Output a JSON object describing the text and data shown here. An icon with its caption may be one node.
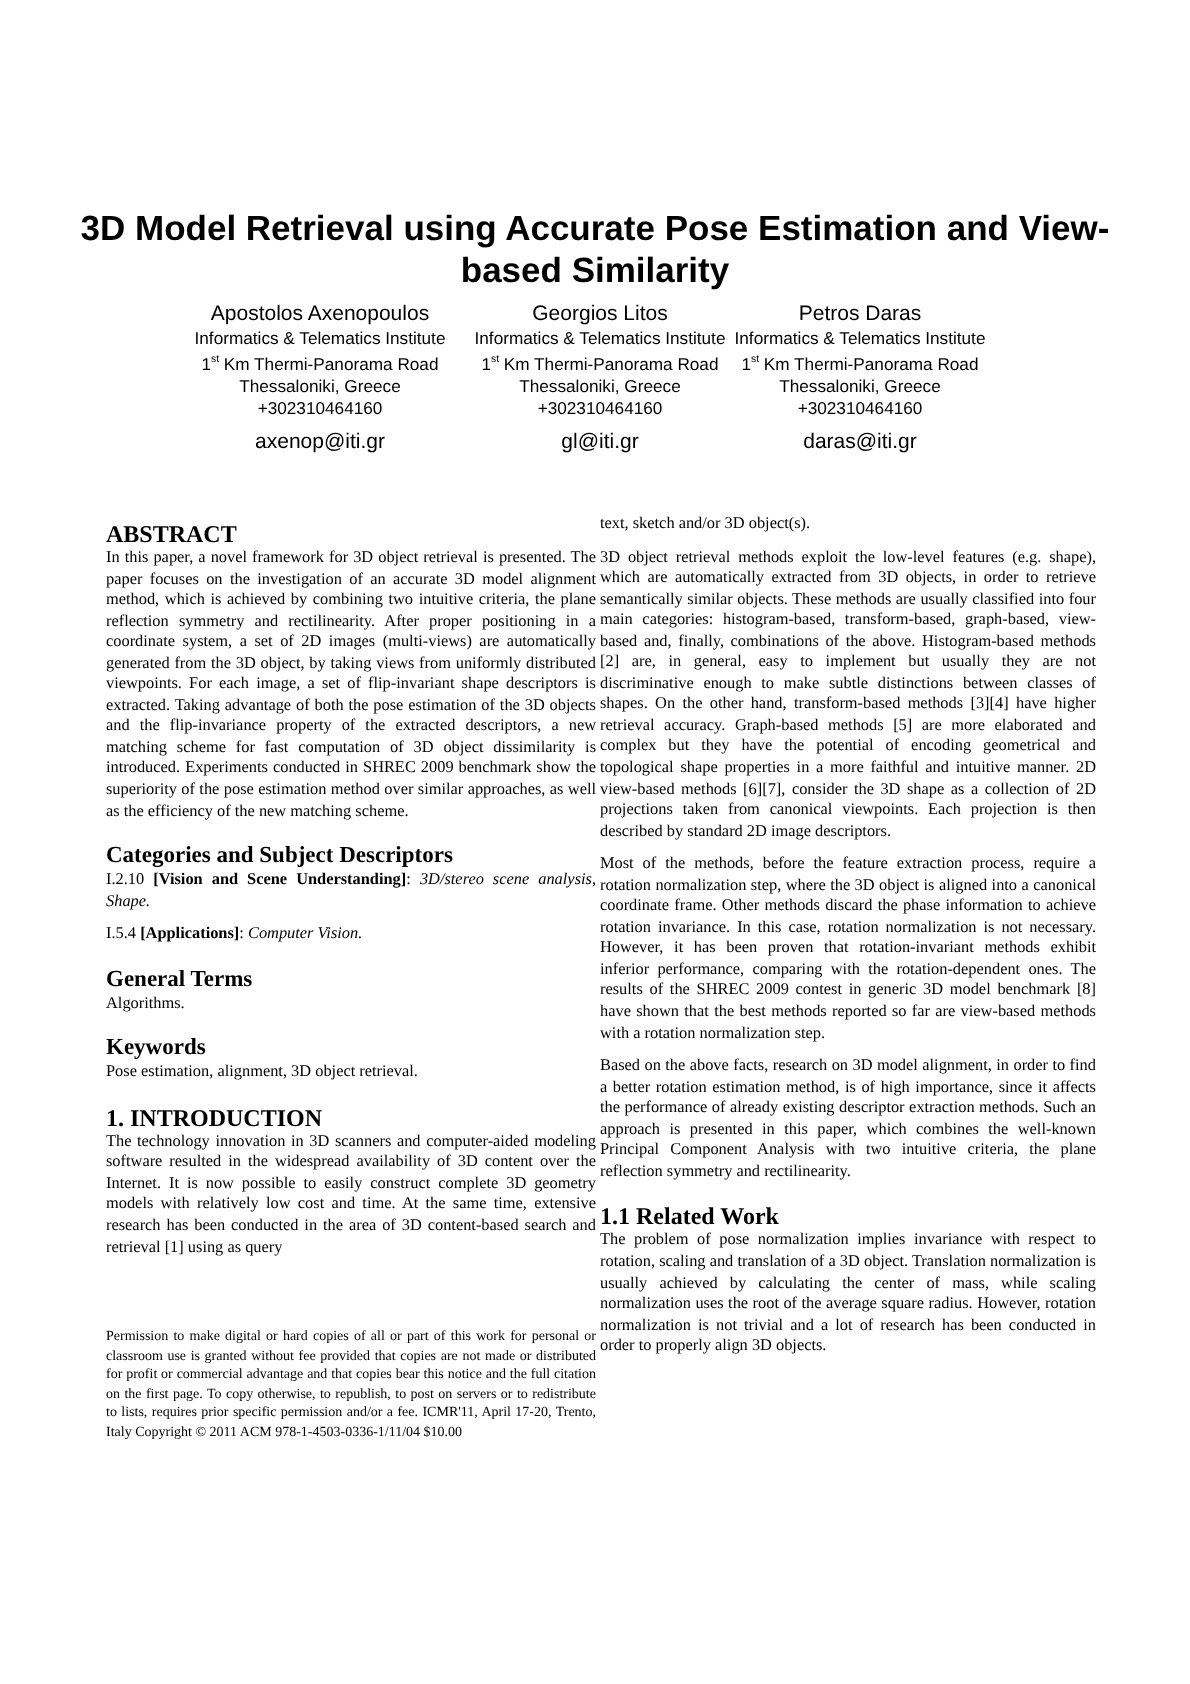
{
  "diagram": {
    "title": "3D Model Retrieval using Accurate Pose Estimation and View-based Similarity",
    "labels": [
      "Apostolos Axenopoulos",
      "Informatics & Telematics Institute",
      "1$^{st}$ Km Thermi-Panorama Road",
      "Thessaloniki, Greece",
      "+302310464160",
      "axenop@iti.gr",
      "Georgios Litos",
      "Informatics & Telematics Institute",
      "1$^{st}$ Km Thermi-Panorama Road",
      "Thessaloniki, Greece",
      "+302310464160",
      "gl@iti.gr",
      "Petros Daras",
      "Informatics & Telematics Institute",
      "1$^{st}$ Km Thermi-Panorama Road",
      "Thessaloniki, Greece",
      "+302310464160",
      "daras@iti.gr",
      "ABSTRACT",
      "In this paper, a novel framework for 3D object retrieval is presented. The paper focuses on the investigation of an accurate 3D model alignment method, which is achieved by combining two intuitive criteria, the plane reflection symmetry and rectilinearity. After proper positioning in a coordinate system, a set of 2D images (multi-views) are automatically generated from the 3D object, by taking views from uniformly distributed viewpoints. For each image, a set of flip-invariant shape descriptors is extracted. Taking advantage of both the pose estimation of the 3D objects and the flip-invariance property of the extracted descriptors, a new matching scheme for fast computation of 3D object dissimilarity is introduced. Experiments conducted in SHREC 2009 benchmark show the superiority of the pose estimation method over similar approaches, as well as the efficiency of the new matching scheme.",
      "Categories and Subject Descriptors",
      "I.2.10 **[Vision and Scene Understanding]**: *3D/stereo scene analysis, Shape.*",
      "I.5.4 **[Applications]**: *Computer Vision.*",
      "General Terms",
      "Algorithms.",
      "Keywords",
      "Pose estimation, alignment, 3D object retrieval.",
      "1. INTRODUCTION",
      "The technology innovation in 3D scanners and computer-aided modeling software resulted in the widespread availability of 3D content over the Internet. It is now possible to easily construct complete 3D geometry models with relatively low cost and time. At the same time, extensive research has been conducted in the area of 3D content-based search and retrieval [1] using as query",
      "Permission to make digital or hard copies of all or part of this work for personal or classroom use is granted without fee provided that copies are not made or distributed for profit or commercial advantage and that copies bear this notice and the full citation on the first page. To copy otherwise, to republish, to post on servers or to redistribute to lists, requires prior specific permission and/or a fee. ICMR'11, April 17-20, Trento, Italy Copyright © 2011 ACM 978-1-4503-0336-1/11/04 $10.00",
      "text, sketch and/or 3D object(s).",
      "3D object retrieval methods exploit the low-level features (e.g. shape), which are automatically extracted from 3D objects, in order to retrieve semantically similar objects. These methods are usually classified into four main categories: histogram-based, transform-based, graph-based, view-based and, finally, combinations of the above. Histogram-based methods [2] are, in general, easy to implement but usually they are not discriminative enough to make subtle distinctions between classes of shapes. On the other hand, transform-based methods [3][4] have higher retrieval accuracy. Graph-based methods [5] are more elaborated and complex but they have the potential of encoding geometrical and topological shape properties in a more faithful and intuitive manner. 2D view-based methods [6][7], consider the 3D shape as a collection of 2D projections taken from canonical viewpoints. Each projection is then described by standard 2D image descriptors.",
      "Most of the methods, before the feature extraction process, require a rotation normalization step, where the 3D object is aligned into a canonical coordinate frame. Other methods discard the phase information to achieve rotation invariance. In this case, rotation normalization is not necessary. However, it has been proven that rotation-invariant methods exhibit inferior performance, comparing with the rotation-dependent ones. The results of the SHREC 2009 contest in generic 3D model benchmark [8] have shown that the best methods reported so far are view-based methods with a rotation normalization step.",
      "Based on the above facts, research on 3D model alignment, in order to find a better rotation estimation method, is of high importance, since it affects the performance of already existing descriptor extraction methods. Such an approach is presented in this paper, which combines the well-known Principal Component Analysis with two intuitive criteria, the plane reflection symmetry and rectilinearity.",
      "1.1 Related Work",
      "The problem of pose normalization implies invariance with respect to rotation, scaling and translation of a 3D object. Translation normalization is usually achieved by calculating the center of mass, while scaling normalization uses the root of the average square radius. However, rotation normalization is not trivial and a lot of research has been conducted in order to properly align 3D objects."
    ]
  }
}
